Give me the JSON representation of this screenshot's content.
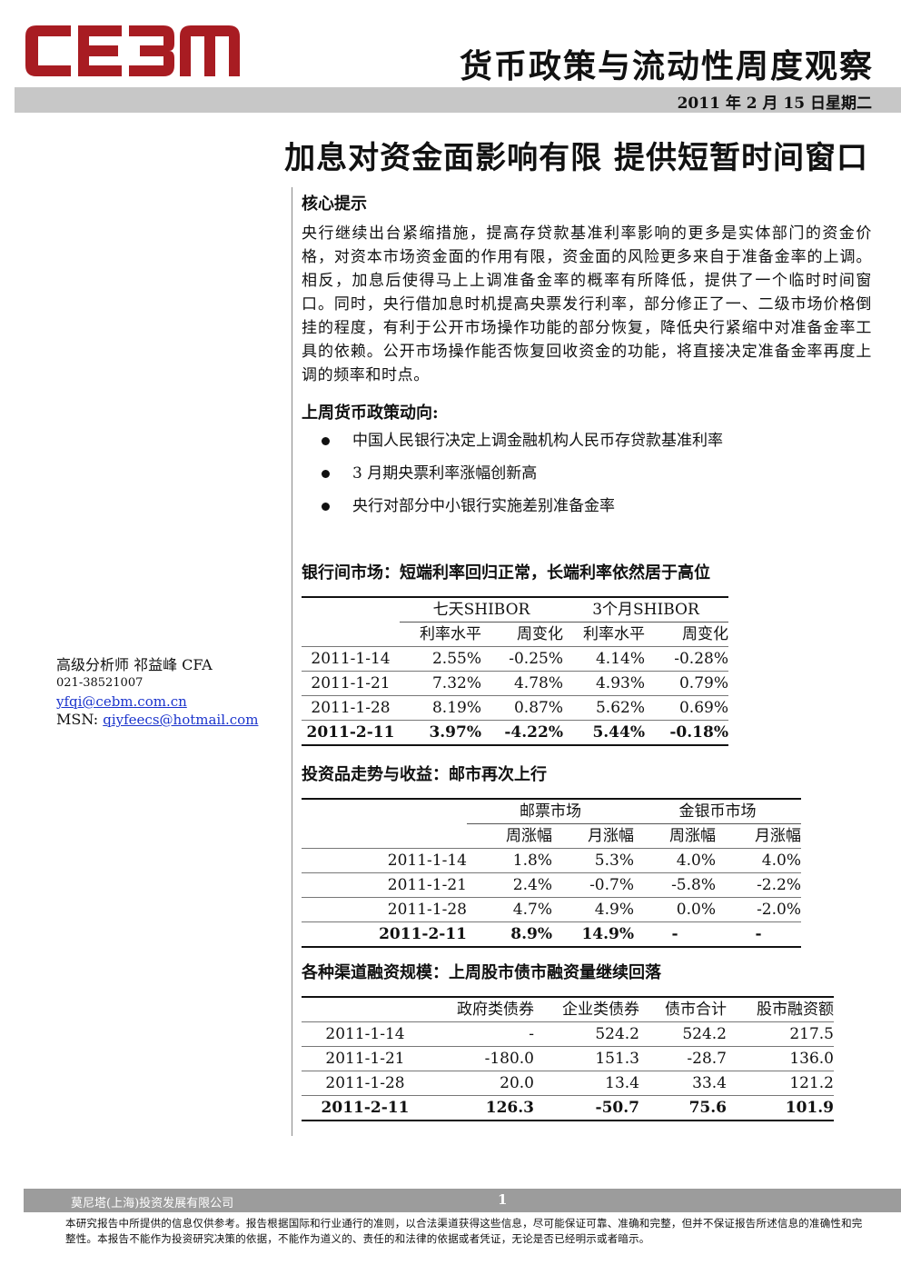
{
  "header": {
    "logo_text": "CEBM",
    "title": "货币政策与流动性周度观察",
    "date": "2011 年 2 月 15 日星期二"
  },
  "headline": "加息对资金面影响有限 提供短暂时间窗口",
  "summary": {
    "heading": "核心提示",
    "text": "央行继续出台紧缩措施，提高存贷款基准利率影响的更多是实体部门的资金价格，对资本市场资金面的作用有限，资金面的风险更多来自于准备金率的上调。相反，加息后使得马上上调准备金率的概率有所降低，提供了一个临时时间窗口。同时，央行借加息时机提高央票发行利率，部分修正了一、二级市场价格倒挂的程度，有利于公开市场操作功能的部分恢复，降低央行紧缩中对准备金率工具的依赖。公开市场操作能否恢复回收资金的功能，将直接决定准备金率再度上调的频率和时点。"
  },
  "policy": {
    "heading": "上周货币政策动向:",
    "items": [
      "中国人民银行决定上调金融机构人民币存贷款基准利率",
      "3 月期央票利率涨幅创新高",
      "央行对部分中小银行实施差别准备金率"
    ]
  },
  "analyst": {
    "name": "高级分析师 祁益峰 CFA",
    "phone": "021-38521007",
    "email": "yfqi@cebm.com.cn",
    "msn_label": "MSN: ",
    "msn": "qiyfeecs@hotmail.com"
  },
  "interbank": {
    "heading": "银行间市场：短端利率回归正常，长端利率依然居于高位",
    "group1": "七天SHIBOR",
    "group2": "3个月SHIBOR",
    "subheaders": [
      "利率水平",
      "周变化",
      "利率水平",
      "周变化"
    ],
    "rows": [
      [
        "2011-1-14",
        "2.55%",
        "-0.25%",
        "4.14%",
        "-0.28%"
      ],
      [
        "2011-1-21",
        "7.32%",
        "4.78%",
        "4.93%",
        "0.79%"
      ],
      [
        "2011-1-28",
        "8.19%",
        "0.87%",
        "5.62%",
        "0.69%"
      ],
      [
        "2011-2-11",
        "3.97%",
        "-4.22%",
        "5.44%",
        "-0.18%"
      ]
    ]
  },
  "investment": {
    "heading": "投资品走势与收益：邮市再次上行",
    "group1": "邮票市场",
    "group2": "金银币市场",
    "subheaders": [
      "周涨幅",
      "月涨幅",
      "周涨幅",
      "月涨幅"
    ],
    "rows": [
      [
        "2011-1-14",
        "1.8%",
        "5.3%",
        "4.0%",
        "4.0%"
      ],
      [
        "2011-1-21",
        "2.4%",
        "-0.7%",
        "-5.8%",
        "-2.2%"
      ],
      [
        "2011-1-28",
        "4.7%",
        "4.9%",
        "0.0%",
        "-2.0%"
      ],
      [
        "2011-2-11",
        "8.9%",
        "14.9%",
        "-",
        "-"
      ]
    ]
  },
  "financing": {
    "heading": "各种渠道融资规模：上周股市债市融资量继续回落",
    "headers": [
      "政府类债券",
      "企业类债券",
      "债市合计",
      "股市融资额"
    ],
    "rows": [
      [
        "2011-1-14",
        "-",
        "524.2",
        "524.2",
        "217.5"
      ],
      [
        "2011-1-21",
        "-180.0",
        "151.3",
        "-28.7",
        "136.0"
      ],
      [
        "2011-1-28",
        "20.0",
        "13.4",
        "33.4",
        "121.2"
      ],
      [
        "2011-2-11",
        "126.3",
        "-50.7",
        "75.6",
        "101.9"
      ]
    ]
  },
  "footer": {
    "company": "莫尼塔(上海)投资发展有限公司",
    "page": "1",
    "disclaimer": "本研究报告中所提供的信息仅供参考。报告根据国际和行业通行的准则，以合法渠道获得这些信息，尽可能保证可靠、准确和完整，但并不保证报告所述信息的准确性和完整性。本报告不能作为投资研究决策的依据，不能作为道义的、责任的和法律的依据或者凭证，无论是否已经明示或者暗示。"
  },
  "colors": {
    "logo": "#a81c22",
    "header_bar": "#c7c7c7",
    "footer_bar": "#9c9c9c",
    "link": "#1a33cc"
  }
}
